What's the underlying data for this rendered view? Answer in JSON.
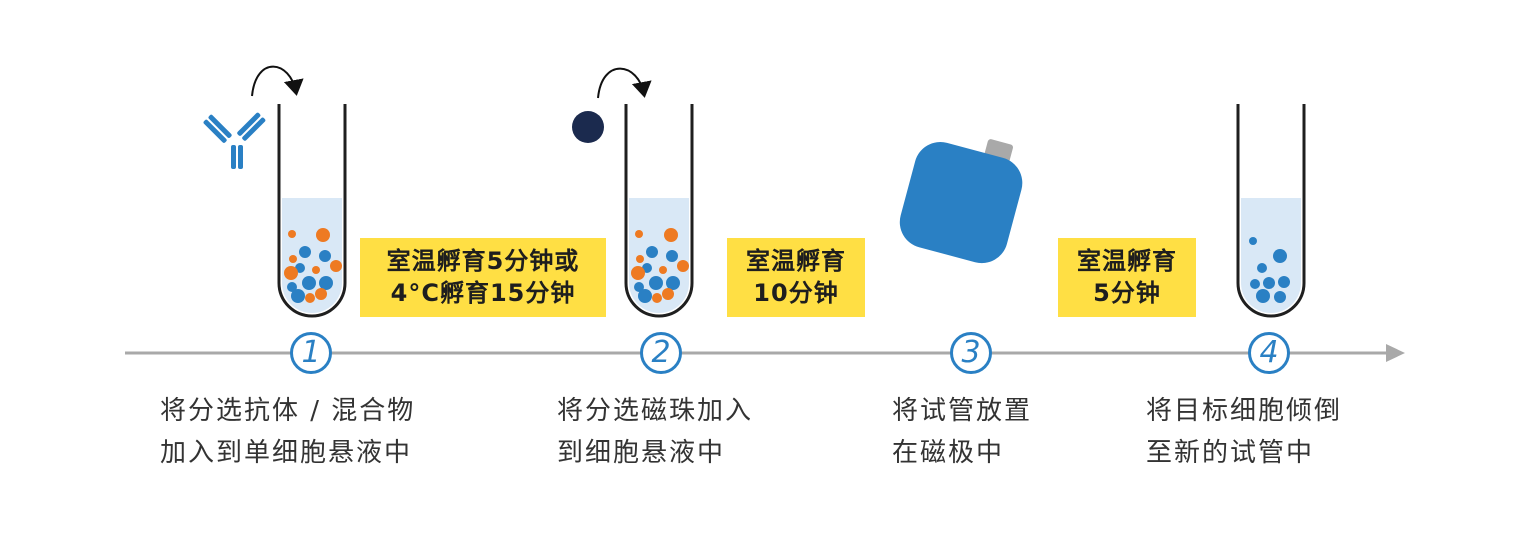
{
  "steps": [
    {
      "number": "1",
      "desc_line1": "将分选抗体 / 混合物",
      "desc_line2": "加入到单细胞悬液中"
    },
    {
      "number": "2",
      "desc_line1": "将分选磁珠加入",
      "desc_line2": "到细胞悬液中"
    },
    {
      "number": "3",
      "desc_line1": "将试管放置",
      "desc_line2": "在磁极中"
    },
    {
      "number": "4",
      "desc_line1": "将目标细胞倾倒",
      "desc_line2": "至新的试管中"
    }
  ],
  "incubations": [
    {
      "line1": "室温孵育5分钟或",
      "line2": "4°C孵育15分钟"
    },
    {
      "line1": "室温孵育",
      "line2": "10分钟"
    },
    {
      "line1": "室温孵育",
      "line2": "5分钟"
    }
  ],
  "colors": {
    "accent": "#2A80C4",
    "orange": "#EE7A22",
    "highlight": "#FFDF44",
    "navy": "#1B2A4E",
    "magnet": "#2A80C4"
  }
}
